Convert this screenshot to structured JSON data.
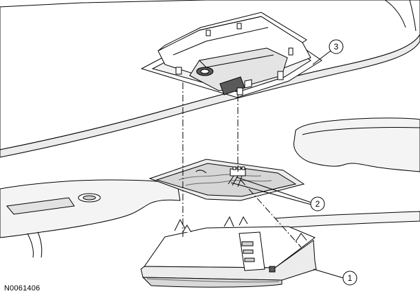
{
  "figure": {
    "id": "N0061406"
  },
  "callouts": [
    {
      "label": "1",
      "part": "overhead-console"
    },
    {
      "label": "2",
      "part": "electrical-connectors"
    },
    {
      "label": "3",
      "part": "console-mounting-bracket"
    }
  ],
  "colors": {
    "line": "#000000",
    "panel_fill": "#ffffff",
    "headliner_fill": "#f4f4f4",
    "shade": "#d9d9d9",
    "dark": "#5a5a5a"
  }
}
